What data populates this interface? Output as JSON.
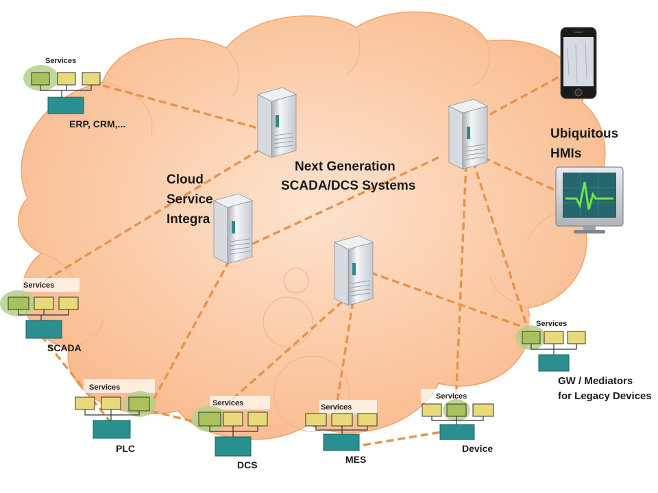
{
  "diagram": {
    "center_label": [
      "Next Generation",
      "SCADA/DCS Systems"
    ],
    "cloud_label": [
      "Cloud",
      "Service",
      "Integra"
    ],
    "hmi_label": [
      "Ubiquitous",
      "HMIs"
    ],
    "services_label": "Services",
    "systems": [
      {
        "key": "erp",
        "label": "ERP, CRM,..."
      },
      {
        "key": "scada",
        "label": "SCADA"
      },
      {
        "key": "plc",
        "label": "PLC"
      },
      {
        "key": "dcs",
        "label": "DCS"
      },
      {
        "key": "mes",
        "label": "MES"
      },
      {
        "key": "device",
        "label": "Device"
      },
      {
        "key": "gw",
        "label": "GW / Mediators\nfor Legacy Devices"
      }
    ],
    "colors": {
      "cloud_fill": "#fbc9a4",
      "cloud_stroke": "#f2a46c",
      "dashed_link": "#e8944a",
      "service_box": "#e8d97a",
      "service_box_active": "#a9c15a",
      "highlight": "#b5d08a",
      "station": "#2a8f8f",
      "server": "#dfe3e8"
    }
  }
}
